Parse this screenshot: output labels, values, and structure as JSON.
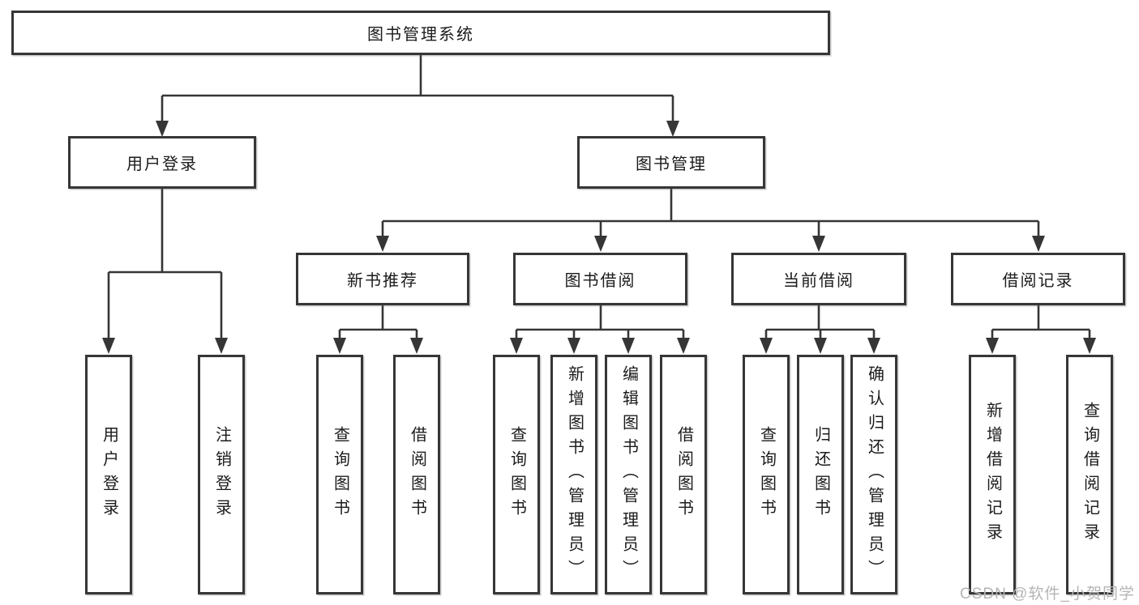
{
  "diagram_type": "tree",
  "nodes": {
    "root": {
      "label": "图书管理系统"
    },
    "level2": [
      {
        "label": "用户登录"
      },
      {
        "label": "图书管理"
      }
    ],
    "level3": [
      {
        "label": "新书推荐",
        "parent": "图书管理"
      },
      {
        "label": "图书借阅",
        "parent": "图书管理"
      },
      {
        "label": "当前借阅",
        "parent": "图书管理"
      },
      {
        "label": "借阅记录",
        "parent": "图书管理"
      }
    ],
    "leaves": [
      {
        "label": "用户登录",
        "parent": "用户登录"
      },
      {
        "label": "注销登录",
        "parent": "用户登录"
      },
      {
        "label": "查询图书",
        "parent": "新书推荐"
      },
      {
        "label": "借阅图书",
        "parent": "新书推荐"
      },
      {
        "label": "查询图书",
        "parent": "图书借阅"
      },
      {
        "label": "新增图书（管理员）",
        "parent": "图书借阅"
      },
      {
        "label": "编辑图书（管理员）",
        "parent": "图书借阅"
      },
      {
        "label": "借阅图书",
        "parent": "图书借阅"
      },
      {
        "label": "查询图书",
        "parent": "当前借阅"
      },
      {
        "label": "归还图书",
        "parent": "当前借阅"
      },
      {
        "label": "确认归还（管理员）",
        "parent": "当前借阅"
      },
      {
        "label": "新增借阅记录",
        "parent": "借阅记录"
      },
      {
        "label": "查询借阅记录",
        "parent": "借阅记录"
      }
    ]
  },
  "watermark": {
    "text": "CSDN @软件_小贺同学"
  },
  "colors": {
    "line": "#363636",
    "box_border": "#363636",
    "text": "#1b1b1b",
    "watermark": "#b5b5b5",
    "background": "#ffffff"
  }
}
